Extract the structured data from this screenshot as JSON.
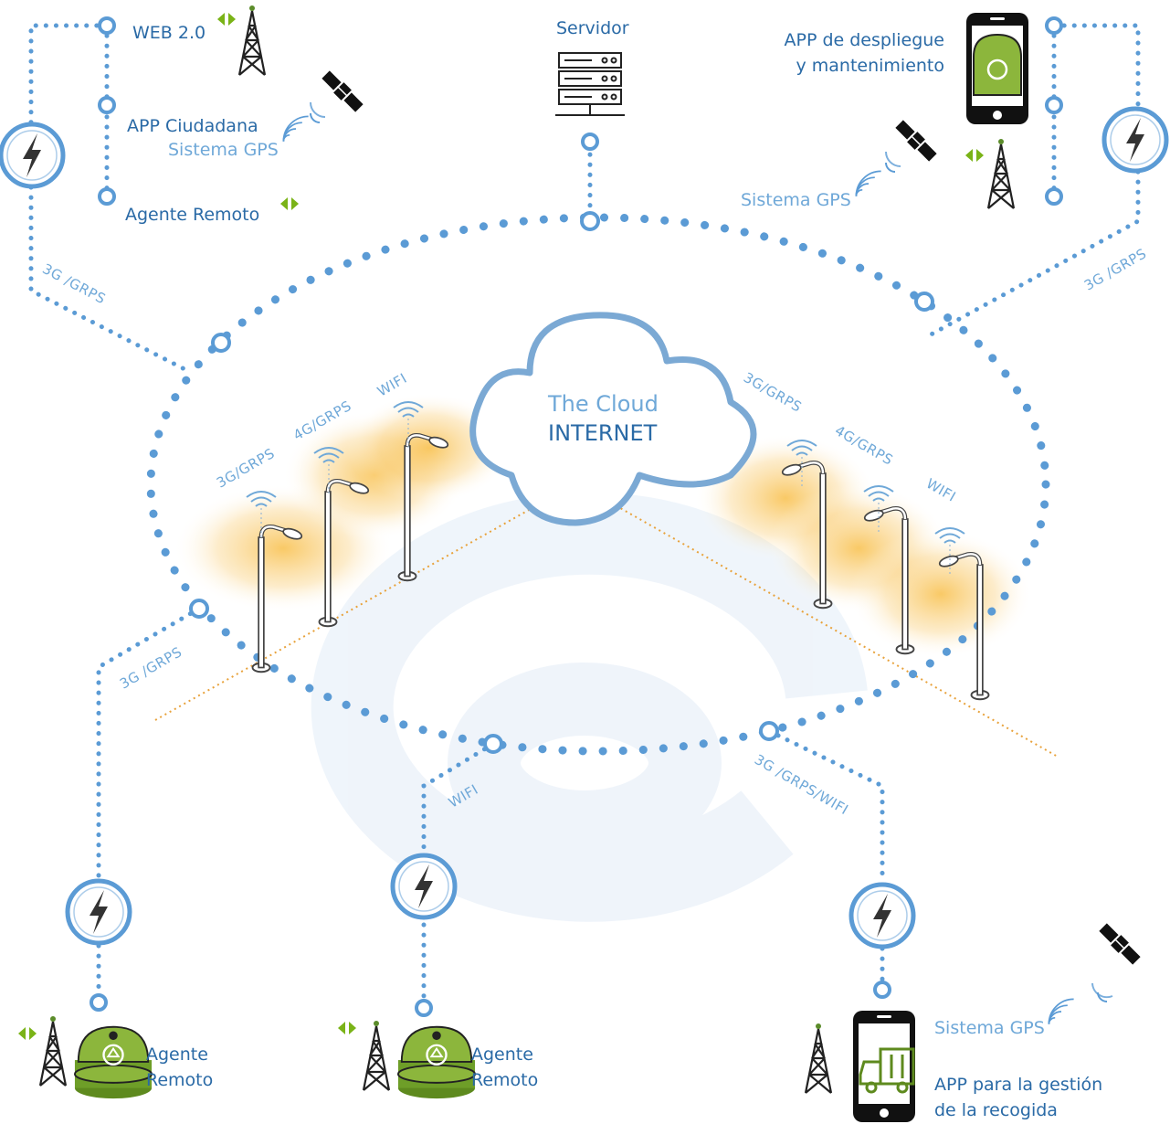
{
  "top_left": {
    "web": "WEB 2.0",
    "app_ciudadana": "APP Ciudadana",
    "sistema_gps": "Sistema GPS",
    "agente_remoto": "Agente Remoto",
    "link": "3G /GRPS"
  },
  "top_center": {
    "servidor": "Servidor"
  },
  "top_right": {
    "app_line1": "APP de despliegue",
    "app_line2": "y mantenimiento",
    "sistema_gps": "Sistema GPS",
    "link": "3G /GRPS"
  },
  "cloud": {
    "line1": "The Cloud",
    "line2": "INTERNET"
  },
  "left_lamps": {
    "label_3g": "3G/GRPS",
    "label_4g": "4G/GRPS",
    "label_wifi": "WIFI"
  },
  "right_lamps": {
    "label_3g": "3G/GRPS",
    "label_4g": "4G/GRPS",
    "label_wifi": "WIFI"
  },
  "bottom_left": {
    "link": "3G /GRPS",
    "agente_line1": "Agente",
    "agente_line2": "Remoto"
  },
  "bottom_center": {
    "link": "WIFI",
    "agente_line1": "Agente",
    "agente_line2": "Remoto"
  },
  "bottom_right": {
    "link": "3G /GRPS/WIFI",
    "sistema_gps": "Sistema GPS",
    "app_line1": "APP para la gestión",
    "app_line2": "de la recogida"
  },
  "colors": {
    "network_blue": "#5b9bd5",
    "label_blue": "#2a6aa6",
    "light_blue": "#6fa8d8",
    "container_green": "#8cb63c",
    "glow_orange": "#f7b733",
    "arrow_green": "#7ab317"
  }
}
